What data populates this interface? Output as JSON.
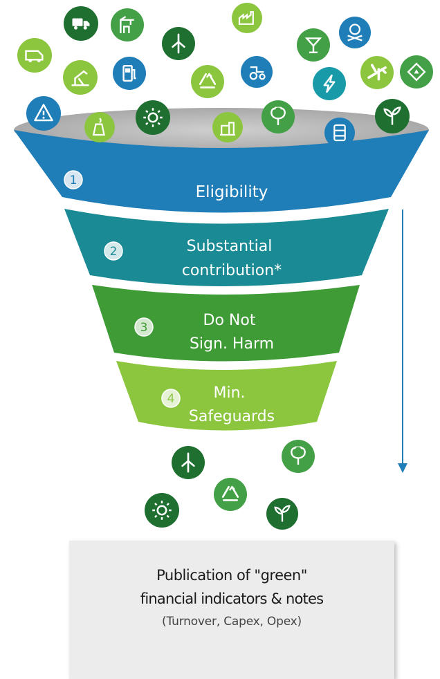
{
  "colors": {
    "stage1": "#1f7db7",
    "stage2": "#1a8a95",
    "stage3": "#3f9b35",
    "stage4": "#8cc63f",
    "dark_green": "#1e6f30",
    "mid_green": "#43a047",
    "light_green": "#8cc63f",
    "teal": "#189aa8",
    "blue": "#1f7db7",
    "arrow": "#1f7db7"
  },
  "stages": [
    {
      "number": "1",
      "label_lines": [
        "Eligibility"
      ]
    },
    {
      "number": "2",
      "label_lines": [
        "Substantial",
        "contribution*"
      ]
    },
    {
      "number": "3",
      "label_lines": [
        "Do Not",
        "Sign. Harm"
      ]
    },
    {
      "number": "4",
      "label_lines": [
        "Min.",
        "Safeguards"
      ]
    }
  ],
  "icons_top": [
    {
      "name": "truck-icon",
      "color": "dark_green"
    },
    {
      "name": "crane-icon",
      "color": "mid_green"
    },
    {
      "name": "factory-icon",
      "color": "light_green"
    },
    {
      "name": "wind-turbine-icon",
      "color": "dark_green"
    },
    {
      "name": "cocktail-glass-icon",
      "color": "mid_green"
    },
    {
      "name": "skull-icon",
      "color": "blue"
    },
    {
      "name": "delivery-van-icon",
      "color": "light_green"
    },
    {
      "name": "oil-pump-icon",
      "color": "light_green"
    },
    {
      "name": "fuel-pump-icon",
      "color": "blue"
    },
    {
      "name": "recycle-icon",
      "color": "light_green"
    },
    {
      "name": "tractor-icon",
      "color": "blue"
    },
    {
      "name": "lightning-icon",
      "color": "teal"
    },
    {
      "name": "airplane-icon",
      "color": "light_green"
    },
    {
      "name": "chemical-icon",
      "color": "mid_green"
    },
    {
      "name": "hazard-warning-icon",
      "color": "blue"
    },
    {
      "name": "nuclear-plant-icon",
      "color": "light_green"
    },
    {
      "name": "sun-icon",
      "color": "dark_green"
    },
    {
      "name": "building-icon",
      "color": "light_green"
    },
    {
      "name": "tree-icon",
      "color": "mid_green"
    },
    {
      "name": "oil-barrel-icon",
      "color": "blue"
    },
    {
      "name": "sprout-icon",
      "color": "dark_green"
    }
  ],
  "icons_bottom": [
    {
      "name": "wind-turbine-icon",
      "color": "dark_green"
    },
    {
      "name": "tree-icon",
      "color": "mid_green"
    },
    {
      "name": "sun-icon",
      "color": "dark_green"
    },
    {
      "name": "recycle-icon",
      "color": "mid_green"
    },
    {
      "name": "sprout-icon",
      "color": "dark_green"
    }
  ],
  "output": {
    "line1": "Publication of \"green\"",
    "line2": "financial indicators & notes",
    "line3": "(Turnover,  Capex, Opex)"
  }
}
